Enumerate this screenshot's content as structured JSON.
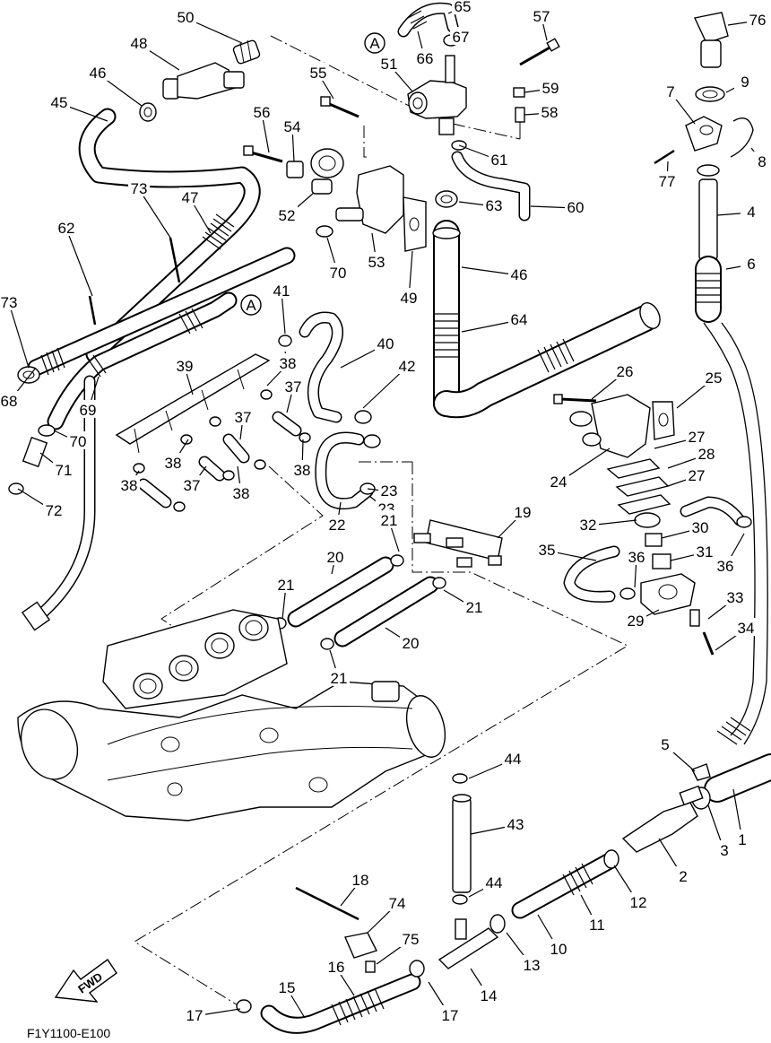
{
  "figure_code": "F1Y1100-E100",
  "fwd_label": "FWD",
  "ref_label": "A",
  "callouts": [
    "76",
    "65",
    "57",
    "67",
    "50",
    "66",
    "48",
    "9",
    "51",
    "59",
    "7",
    "46",
    "55",
    "58",
    "45",
    "61",
    "8",
    "77",
    "56",
    "54",
    "4",
    "60",
    "63",
    "52",
    "73",
    "47",
    "6",
    "53",
    "70",
    "49",
    "62",
    "46",
    "73",
    "41",
    "64",
    "40",
    "25",
    "26",
    "38",
    "42",
    "39",
    "68",
    "37",
    "38",
    "27",
    "69",
    "70",
    "24",
    "28",
    "38",
    "37",
    "71",
    "23",
    "27",
    "37",
    "38",
    "38",
    "72",
    "38",
    "32",
    "23",
    "22",
    "19",
    "30",
    "21",
    "35",
    "31",
    "36",
    "36",
    "20",
    "21",
    "33",
    "21",
    "29",
    "34",
    "20",
    "21",
    "5",
    "44",
    "43",
    "3",
    "1",
    "2",
    "18",
    "44",
    "12",
    "11",
    "74",
    "10",
    "75",
    "13",
    "16",
    "15",
    "14",
    "17",
    "17"
  ]
}
